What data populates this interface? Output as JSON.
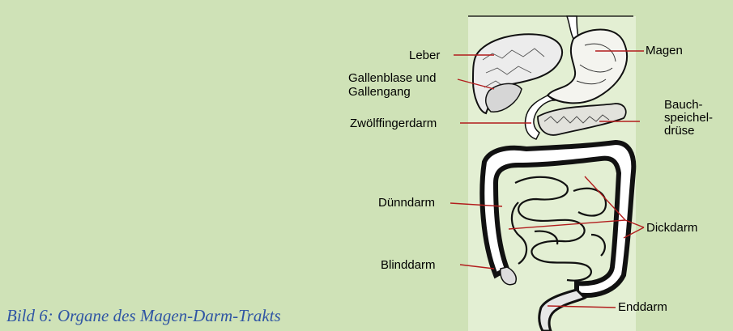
{
  "caption": "Bild 6: Organe des Magen-Darm-Trakts",
  "labels": {
    "leber": "Leber",
    "gallen_line1": "Gallenblase und",
    "gallen_line2": "Gallengang",
    "zwoelf": "Zwölffingerdarm",
    "duenn": "Dünndarm",
    "blind": "Blinddarm",
    "magen": "Magen",
    "bauch_line1": "Bauch-",
    "bauch_line2": "speichel-",
    "bauch_line3": "drüse",
    "dick": "Dickdarm",
    "end": "Enddarm"
  },
  "colors": {
    "background": "#cfe2b7",
    "panel": "#ffffff",
    "leader": "#b21d1d",
    "caption": "#2f55a4",
    "organ_ink": "#111111"
  }
}
